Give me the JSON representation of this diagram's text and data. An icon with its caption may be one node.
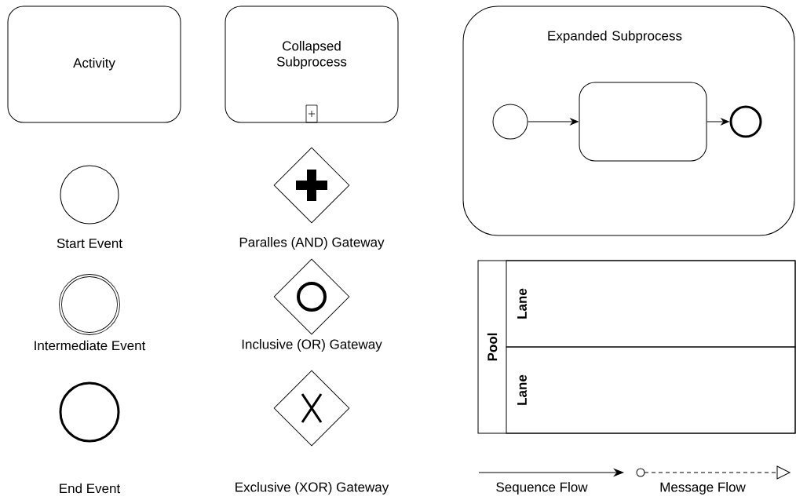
{
  "diagram": {
    "nodes": [
      {
        "text": [
          "Activity"
        ]
      },
      {
        "text": [
          "Collapsed Subprocess"
        ]
      },
      {
        "text": [
          "Expanded Subprocess"
        ]
      },
      {
        "text": [],
        "shape": "circle",
        "in": 2
      },
      {
        "text": [],
        "shape": "box",
        "in": 2
      },
      {
        "text": [],
        "shape": "circle",
        "in": 2
      },
      {
        "text": [],
        "shape": "circle",
        "beside": [
          "Start Event"
        ]
      },
      {
        "text": [],
        "shape": "diamond",
        "beside": [
          "Paralles (AND) Gateway"
        ]
      },
      {
        "text": [],
        "shape": "circle",
        "beside": [
          "Intermediate Event"
        ]
      },
      {
        "text": [],
        "shape": "diamond",
        "beside": [
          "Inclusive (OR) Gateway"
        ]
      },
      {
        "text": [],
        "shape": "circle",
        "beside": [
          "End Event"
        ]
      },
      {
        "text": [],
        "shape": "diamond",
        "beside": [
          "Exclusive (XOR) Gateway"
        ]
      },
      {
        "text": [
          "Pool"
        ]
      },
      {
        "text": [
          "Lane"
        ],
        "in": 12
      },
      {
        "text": [
          "Lane"
        ],
        "in": 12
      }
    ],
    "edges": [
      {
        "from": 3,
        "to": 4,
        "arrow": "to"
      },
      {
        "from": 4,
        "to": 5,
        "arrow": "to"
      }
    ],
    "legend": [
      {
        "text": "Sequence Flow"
      },
      {
        "text": "Message Flow"
      }
    ]
  }
}
